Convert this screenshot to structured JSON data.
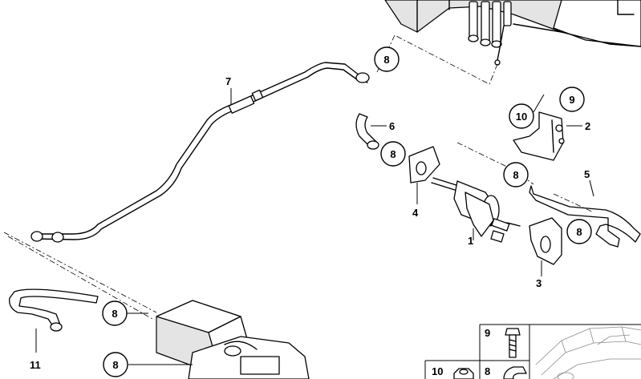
{
  "parts": {
    "p1": "1",
    "p2": "2",
    "p3": "3",
    "p4": "4",
    "p5": "5",
    "p6": "6",
    "p7": "7",
    "p11": "11"
  },
  "callouts": {
    "c8_top": "8",
    "c9": "9",
    "c10": "10",
    "c8_mid_left": "8",
    "c8_mid": "8",
    "c8_right": "8",
    "c8_lower_a": "8",
    "c8_lower_b": "8"
  },
  "legend": {
    "item9": "9",
    "item10": "10",
    "item8": "8"
  }
}
